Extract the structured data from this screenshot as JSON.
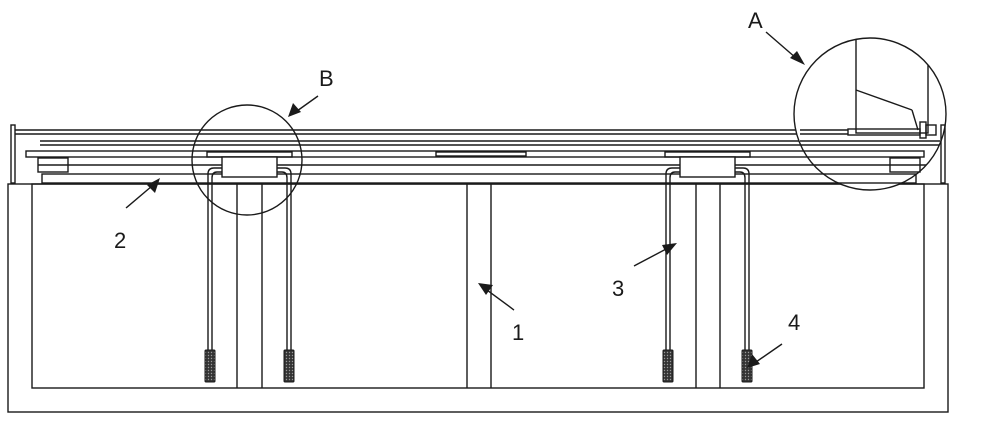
{
  "labels": {
    "label_1": "1",
    "label_2": "2",
    "label_3": "3",
    "label_4": "4",
    "label_A": "A",
    "label_B": "B"
  },
  "colors": {
    "line": "#1a1a1a",
    "background": "#ffffff"
  }
}
